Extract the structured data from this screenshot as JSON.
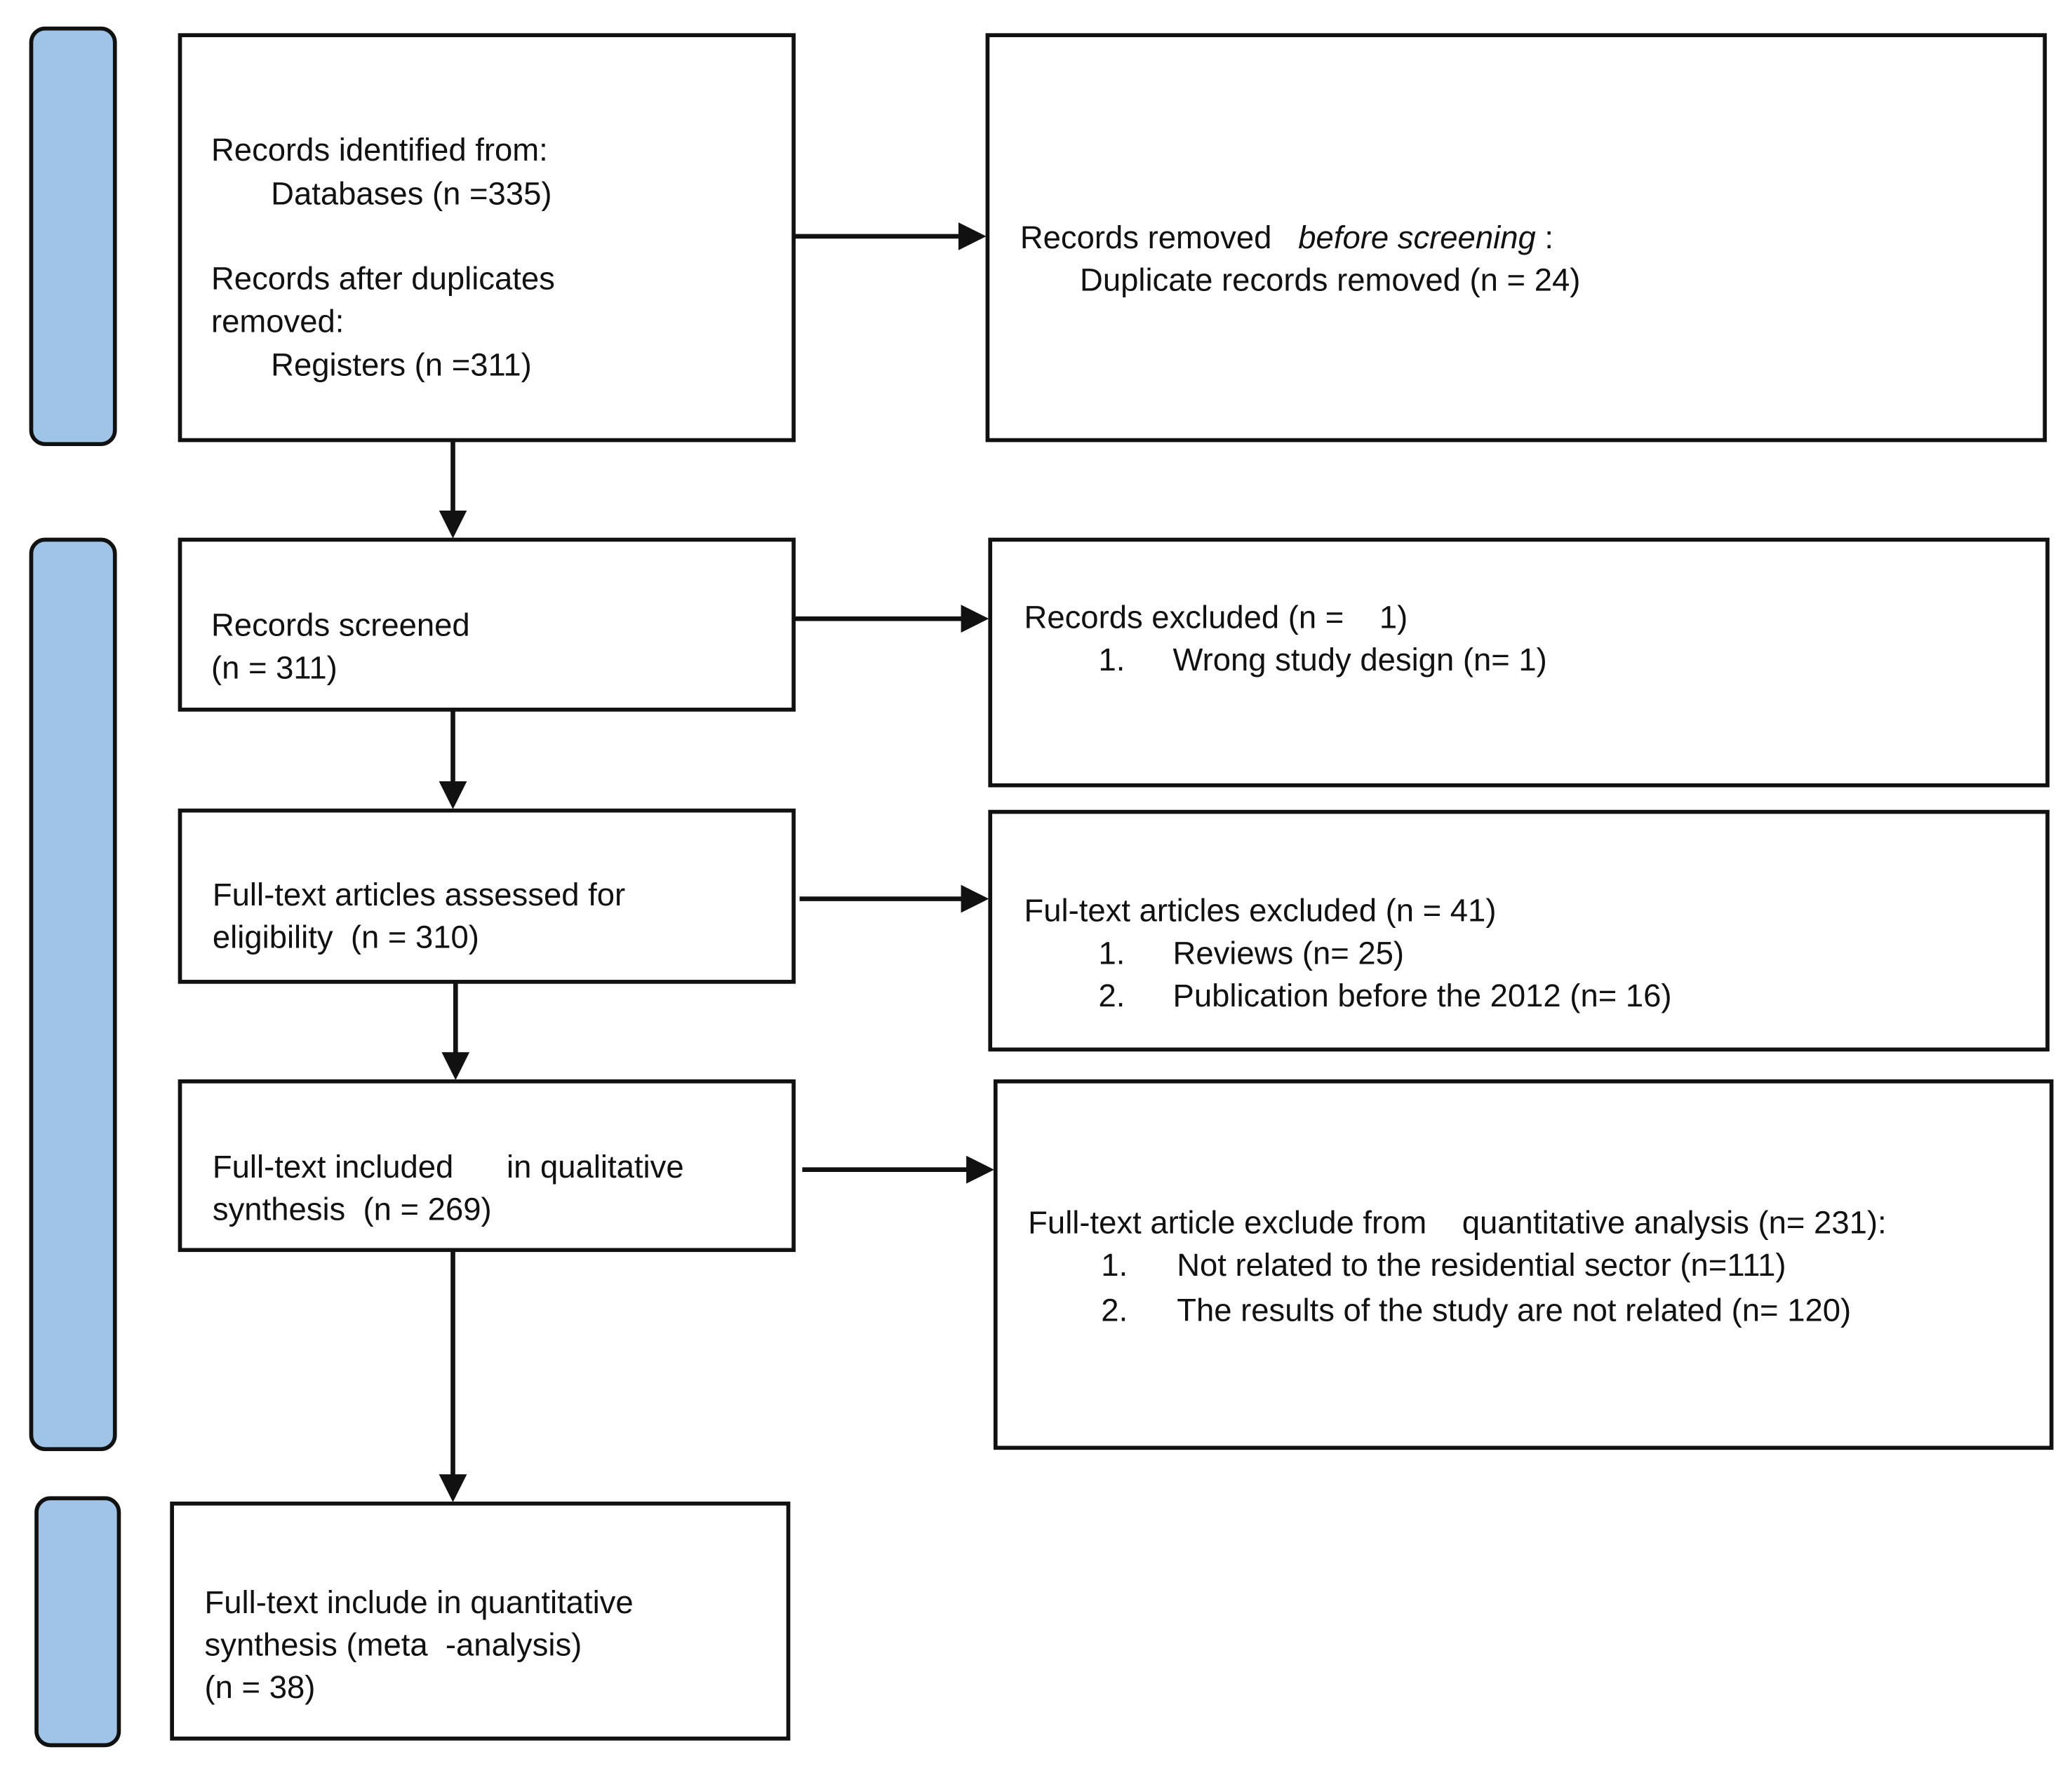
{
  "colors": {
    "stage_fill": "#9fc4e7",
    "border": "#111111"
  },
  "identification": {
    "line1": "Records identified from:",
    "line2": "Databases (n =335)",
    "line3": "Records after duplicates",
    "line4": "removed:",
    "line5": "Registers (n =311)"
  },
  "removed": {
    "label": "Records removed",
    "label_italic": "before screening",
    "colon": ":",
    "item": "Duplicate records removed (n = 24)"
  },
  "screened": {
    "line1": "Records screened",
    "line2": "(n = 311)"
  },
  "excluded": {
    "title": "Records excluded (n =    1)",
    "items": [
      {
        "num": "1.",
        "text": "Wrong study design (n= 1)"
      }
    ]
  },
  "assessed": {
    "line1": "Full-text articles assessed for",
    "line2": "eligibility  (n = 310)"
  },
  "fulltext_excluded": {
    "title": "Ful-text articles excluded (n = 41)",
    "items": [
      {
        "num": "1.",
        "text": "Reviews (n= 25)"
      },
      {
        "num": "2.",
        "text": "Publication before the 2012 (n= 16)"
      }
    ]
  },
  "qualitative": {
    "line1": "Full-text included      in qualitative",
    "line2": "synthesis  (n = 269)"
  },
  "quant_excluded": {
    "title": "Full-text article exclude from    quantitative analysis (n= 231):",
    "items": [
      {
        "num": "1.",
        "text": "Not related to the residential sector (n=111)"
      },
      {
        "num": "2.",
        "text": "The results of the study are not related (n= 120)"
      }
    ]
  },
  "quantitative": {
    "line1": "Full-text include in quantitative",
    "line2": "synthesis (meta  -analysis)",
    "line3": "(n = 38)"
  }
}
